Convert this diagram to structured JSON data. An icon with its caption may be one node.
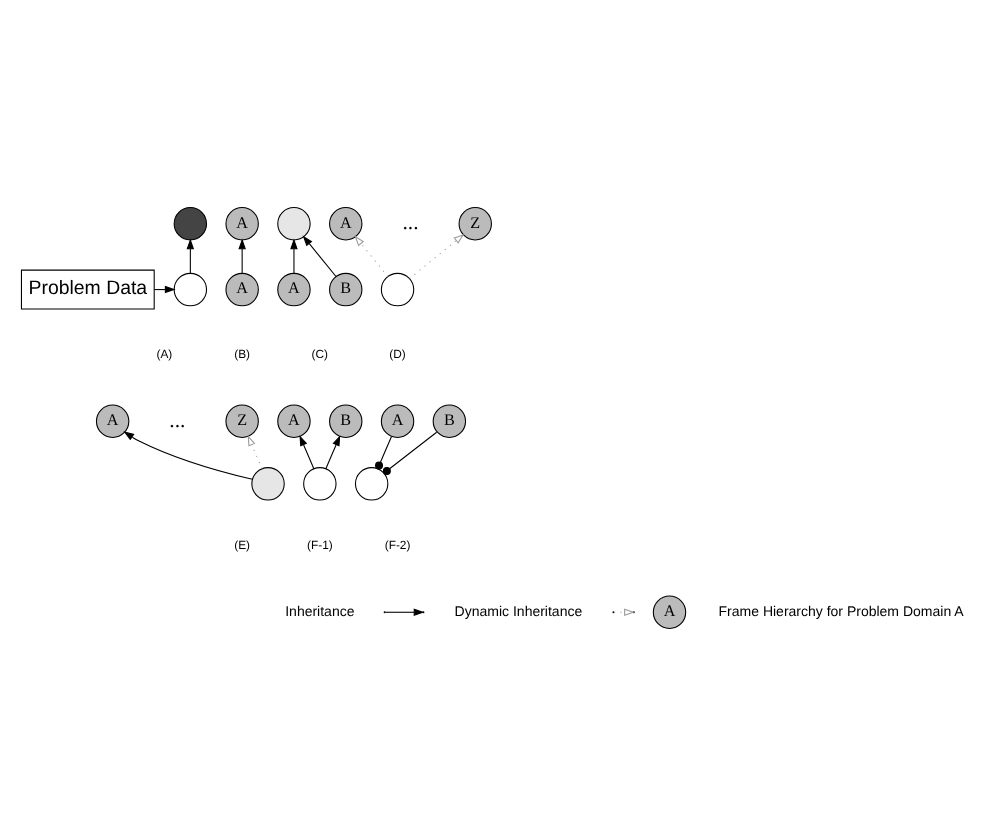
{
  "diagram": {
    "nodes": [
      {
        "text": [
          "Problem Data"
        ]
      },
      {
        "text": [],
        "shape": "circle"
      },
      {
        "text": [],
        "shape": "circle"
      },
      {
        "text": [
          "A"
        ]
      },
      {
        "text": [
          "A"
        ]
      },
      {
        "text": [],
        "shape": "circle"
      },
      {
        "text": [
          "A"
        ]
      },
      {
        "text": [
          "B"
        ]
      },
      {
        "text": [
          "A"
        ]
      },
      {
        "text": [
          "Z"
        ]
      },
      {
        "text": [],
        "shape": "circle"
      },
      {
        "text": [
          "A"
        ]
      },
      {
        "text": [
          "Z"
        ]
      },
      {
        "text": [],
        "shape": "circle"
      },
      {
        "text": [
          "A"
        ]
      },
      {
        "text": [
          "B"
        ]
      },
      {
        "text": [],
        "shape": "circle"
      },
      {
        "text": [
          "A"
        ]
      },
      {
        "text": [
          "B"
        ]
      },
      {
        "text": [],
        "shape": "circle"
      },
      {
        "text": [
          "A"
        ],
        "beside": [
          "Frame Hierarchy for Problem Domain A"
        ]
      }
    ],
    "edges": [
      {
        "from": 0,
        "to": 2,
        "arrow": "to"
      },
      {
        "from": 2,
        "to": 1,
        "arrow": "to"
      },
      {
        "from": 4,
        "to": 3,
        "arrow": "to"
      },
      {
        "from": 6,
        "to": 5,
        "arrow": "to"
      },
      {
        "from": 7,
        "to": 5,
        "arrow": "to"
      },
      {
        "from": 10,
        "to": 8,
        "arrow": "to",
        "style": "dashed",
        "color": "#999999"
      },
      {
        "from": 10,
        "to": 9,
        "arrow": "to",
        "style": "dashed",
        "color": "#999999"
      },
      {
        "from": 13,
        "to": 11,
        "arrow": "to"
      },
      {
        "from": 13,
        "to": 12,
        "arrow": "to",
        "style": "dashed",
        "color": "#999999"
      },
      {
        "from": 16,
        "to": 14,
        "arrow": "to"
      },
      {
        "from": 16,
        "to": 15,
        "arrow": "to"
      },
      {
        "from": 19,
        "to": 17,
        "arrow": "other"
      },
      {
        "from": 19,
        "to": 18,
        "arrow": "other"
      }
    ],
    "labels": [
      "...",
      "(A)",
      "(B)",
      "(C)",
      "(D)",
      "...",
      "(E)",
      "(F-1)",
      "(F-2)"
    ],
    "legend": [
      {
        "text": "Inheritance"
      },
      {
        "text": "Dynamic Inheritance"
      }
    ]
  }
}
